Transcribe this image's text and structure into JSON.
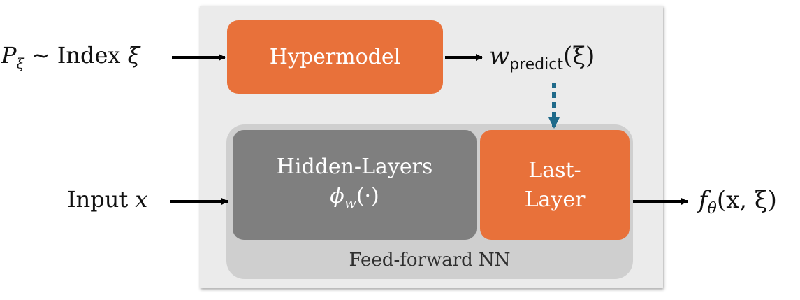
{
  "diagram": {
    "index_input": {
      "dist": "P",
      "dist_sub": "ξ",
      "tilde": "~",
      "text": "Index",
      "var": "ξ"
    },
    "hypermodel": {
      "label": "Hypermodel"
    },
    "w_predict": {
      "w": "w",
      "sub": "predict",
      "arg": "(ξ)"
    },
    "input": {
      "text": "Input",
      "var": "x"
    },
    "hidden_layers": {
      "line1": "Hidden-Layers",
      "phi": "ϕ",
      "phi_sub": "w",
      "phi_arg": "(·)"
    },
    "last_layer": {
      "line1": "Last-",
      "line2": "Layer"
    },
    "ffnn": {
      "label": "Feed-forward NN"
    },
    "output": {
      "f": "f",
      "f_sub": "θ",
      "args": "(x, ξ)"
    },
    "colors": {
      "orange": "#e8713a",
      "gray_box": "#7f7f7f",
      "panel": "#ebebeb",
      "ffnn_bg": "#cfcfcf",
      "dotted_arrow": "#1f6a8a"
    }
  }
}
